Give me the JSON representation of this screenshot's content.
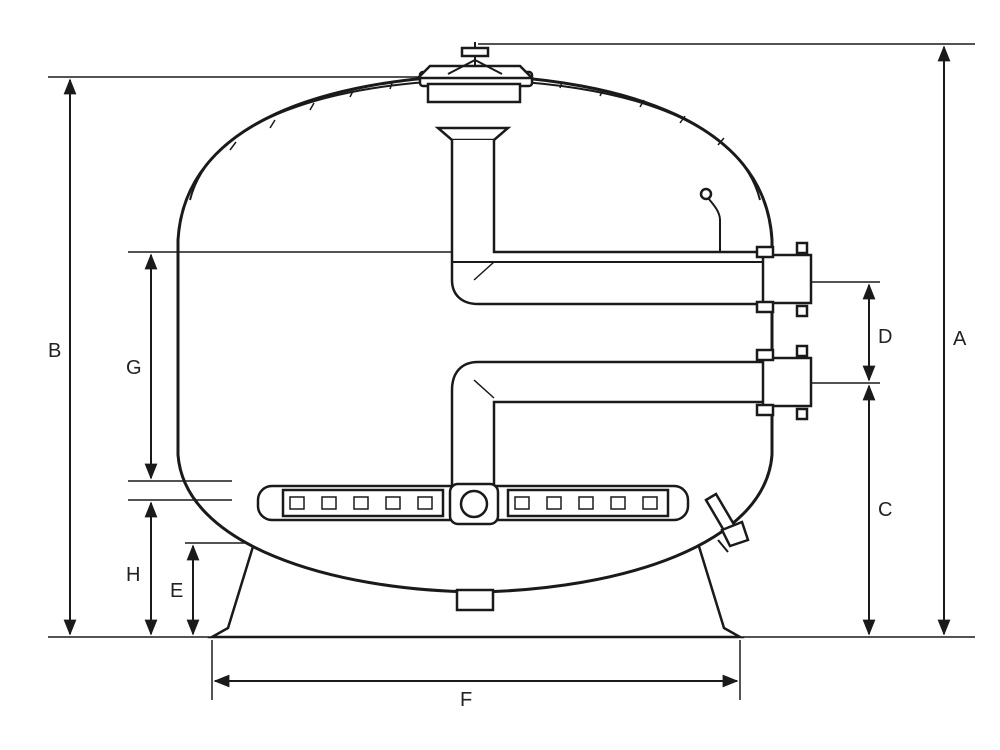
{
  "dimension_labels": {
    "A": "A",
    "B": "B",
    "C": "C",
    "D": "D",
    "E": "E",
    "F": "F",
    "G": "G",
    "H": "H"
  },
  "colors": {
    "line": "#1a1a1a",
    "background": "#ffffff"
  }
}
